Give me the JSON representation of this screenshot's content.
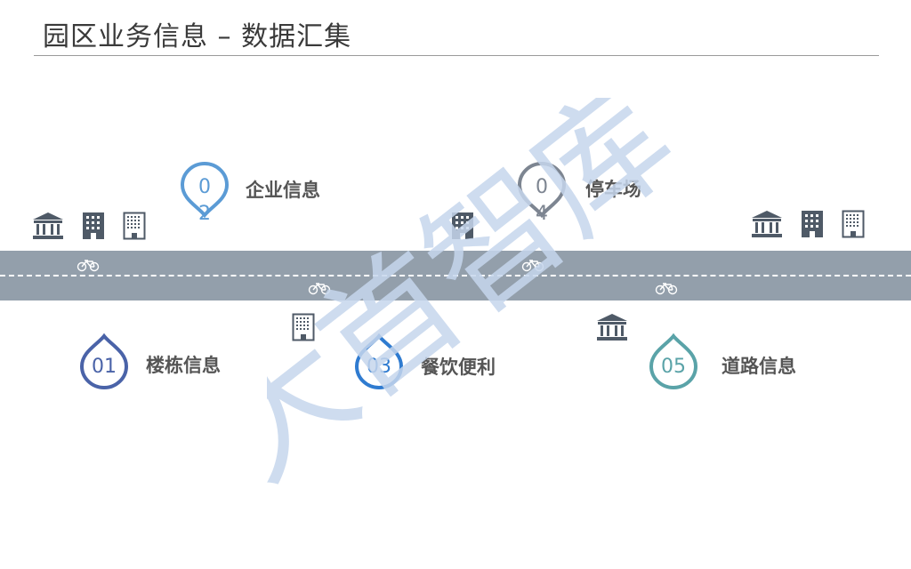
{
  "page": {
    "title": "园区业务信息 – 数据汇集"
  },
  "items": [
    {
      "number": "01",
      "label": "楼栋信息",
      "color": "#4a63a8"
    },
    {
      "number": "02",
      "label": "企业信息",
      "color": "#5b9bd5"
    },
    {
      "number": "03",
      "label": "餐饮便利",
      "color": "#2f7bd0"
    },
    {
      "number": "04",
      "label": "停车场",
      "color": "#7d8591"
    },
    {
      "number": "05",
      "label": "道路信息",
      "color": "#5aa3a8"
    }
  ],
  "watermark": {
    "text": "大首智库",
    "color": "#c5d6ec"
  },
  "colors": {
    "road": "#939fab",
    "icon": "#4f5a67"
  },
  "icons": [
    "bank-icon",
    "building-dark-icon",
    "building-outline-icon",
    "bicycle-icon"
  ]
}
